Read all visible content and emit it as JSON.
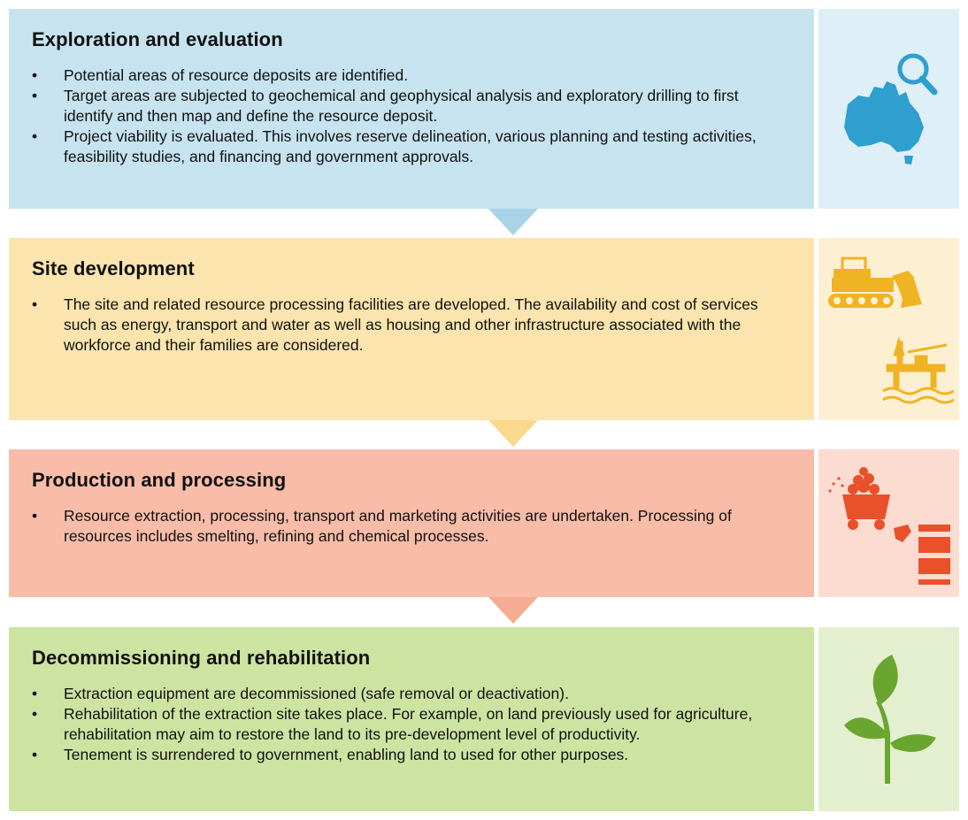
{
  "stages": [
    {
      "title": "Exploration and evaluation",
      "bullets": [
        "Potential areas of resource deposits are identified.",
        "Target areas are subjected to geochemical and geophysical analysis and exploratory drilling to first identify and then map and define the resource deposit.",
        "Project viability is evaluated. This involves reserve delineation, various planning and testing activities, feasibility studies, and financing and government approvals."
      ],
      "icons": [
        "australia-map-icon",
        "magnifier-icon"
      ],
      "color": "#c6e3ef"
    },
    {
      "title": "Site development",
      "bullets": [
        "The site and related resource processing facilities are developed.  The availability and cost of services such as energy, transport and water as well as housing and other infrastructure associated with the workforce and their families are considered."
      ],
      "icons": [
        "bulldozer-icon",
        "oil-rig-icon"
      ],
      "color": "#fbe4ad"
    },
    {
      "title": "Production and processing",
      "bullets": [
        "Resource extraction, processing, transport and marketing activities are undertaken. Processing of resources includes smelting, refining and chemical processes."
      ],
      "icons": [
        "mine-cart-icon",
        "barrel-icon"
      ],
      "color": "#f8bca8"
    },
    {
      "title": "Decommissioning and rehabilitation",
      "bullets": [
        "Extraction equipment are decommissioned (safe removal or deactivation).",
        "Rehabilitation of the extraction site takes place. For example, on land previously used for agriculture, rehabilitation  may aim to restore the land to its pre-development level of productivity.",
        "Tenement is surrendered to government, enabling land to used for other purposes."
      ],
      "icons": [
        "seedling-icon"
      ],
      "color": "#cde3a2"
    }
  ]
}
